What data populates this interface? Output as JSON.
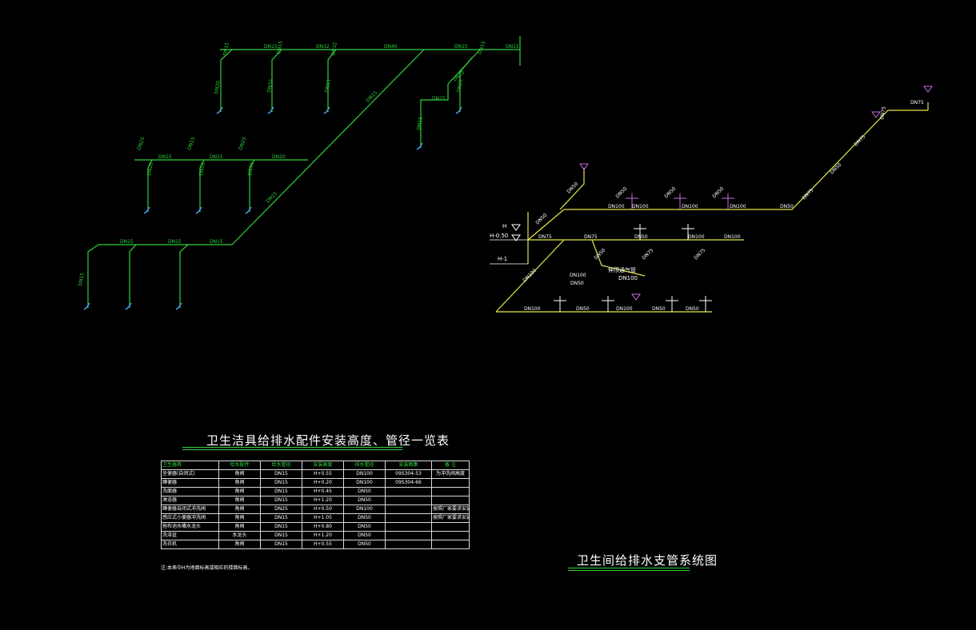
{
  "drawing": {
    "table_title": "卫生洁具给排水配件安装高度、管径一览表",
    "system_title": "卫生间给排水支管系统图",
    "table_note": "注:本表中H为地面标高或相应的楼面标高。"
  },
  "spec_table": {
    "columns": [
      "卫生器具",
      "给水配件",
      "给水管径",
      "安装高度",
      "排水管径",
      "安装图集",
      "备 注"
    ],
    "rows": [
      [
        "坐便器(自闭式)",
        "角阀",
        "DN15",
        "H+0.55",
        "DN100",
        "09S304-53",
        "为冲洗阀高度"
      ],
      [
        "蹲便器",
        "角阀",
        "DN15",
        "H+0.20",
        "DN100",
        "09S304-66",
        ""
      ],
      [
        "洗面器",
        "角阀",
        "DN15",
        "H+0.45",
        "DN50",
        "",
        ""
      ],
      [
        "淋浴器",
        "角阀",
        "DN15",
        "H+1.20",
        "DN50",
        "",
        ""
      ],
      [
        "蹲便器自闭式冲洗阀",
        "角阀",
        "DN25",
        "H+0.50",
        "DN100",
        "",
        "按照厂家要求安装"
      ],
      [
        "感应式小便器冲洗阀",
        "角阀",
        "DN15",
        "H+1.05",
        "DN50",
        "",
        "按照厂家要求安装"
      ],
      [
        "拖布池水嘴水龙头",
        "角阀",
        "DN15",
        "H+0.80",
        "DN50",
        "",
        ""
      ],
      [
        "洗涤盆",
        "水龙头",
        "DN15",
        "H+1.20",
        "DN50",
        "",
        ""
      ],
      [
        "洗衣机",
        "角阀",
        "DN15",
        "H+0.55",
        "DN50",
        "",
        ""
      ]
    ]
  },
  "supply_labels": [
    "DN15",
    "DN15",
    "DN15",
    "DN32",
    "DN32",
    "DN40",
    "DN15",
    "DN15",
    "DN15",
    "DN20",
    "DN32",
    "DN15",
    "DN15",
    "DN15",
    "DN20",
    "DN20",
    "DN25",
    "DN15",
    "DN15",
    "DN15",
    "DN25",
    "DN20",
    "DN20",
    "DN50",
    "DN40",
    "DN15",
    "DN15",
    "DN15",
    "DN15",
    "DN15",
    "DN15"
  ],
  "drain_labels": [
    "DN50",
    "DN100",
    "DN100",
    "DN100",
    "DN100",
    "DN50",
    "DN50",
    "DN75",
    "DN75",
    "DN50",
    "DN100",
    "DN100",
    "DN100",
    "DN100",
    "DN50",
    "DN100",
    "DN50",
    "DN50",
    "DN50",
    "DN50",
    "DN50",
    "DN50",
    "DN75",
    "DN75",
    "DN75",
    "DN50",
    "DN75",
    "DN75",
    "DN50",
    "DN100",
    "DN75"
  ],
  "elevation_labels": [
    "H",
    "H-0.50",
    "H-1",
    "伸顶通气管",
    "DN100"
  ],
  "colors": {
    "background": "#000000",
    "supply_pipe": "#2fd13a",
    "supply_fixture": "#4aa3ff",
    "drain_pipe": "#e6e64a",
    "vent": "#c070e0",
    "table_border": "#d8d8d8",
    "text": "#ffffff"
  }
}
